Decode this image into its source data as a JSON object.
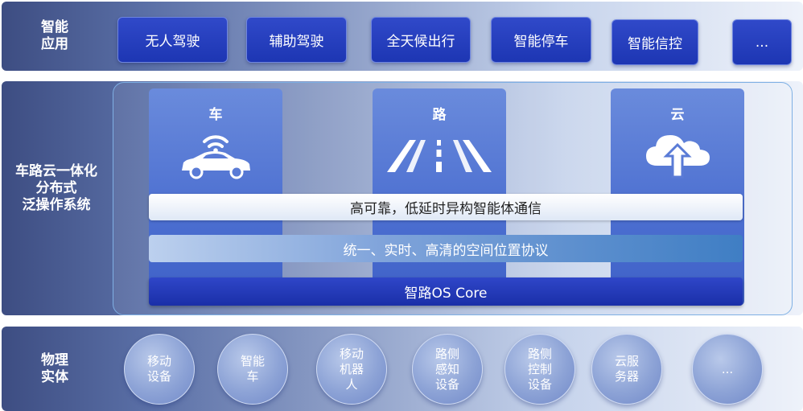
{
  "top": {
    "label": [
      "智能",
      "应用"
    ],
    "apps": [
      "无人驾驶",
      "辅助驾驶",
      "全天候出行",
      "智能停车",
      "智能信控",
      "..."
    ]
  },
  "middle": {
    "label": [
      "车路云一体化",
      "分布式",
      "泛操作系统"
    ],
    "pillars": [
      {
        "title": "车",
        "icon": "car-wifi-icon"
      },
      {
        "title": "路",
        "icon": "road-icon"
      },
      {
        "title": "云",
        "icon": "cloud-upload-icon"
      }
    ],
    "bands": [
      "高可靠，低延时异构智能体通信",
      "统一、实时、高清的空间位置协议",
      "智路OS Core"
    ]
  },
  "bottom": {
    "label": [
      "物理",
      "实体"
    ],
    "entities": [
      "移动\n设备",
      "智能\n车",
      "移动\n机器\n人",
      "路侧\n感知\n设备",
      "路侧\n控制\n设备",
      "云服\n务器",
      "..."
    ]
  },
  "colors": {
    "accent": "#1d36b3",
    "band_blue": "#3f7ec4",
    "row_dark": "#3d4d82"
  }
}
